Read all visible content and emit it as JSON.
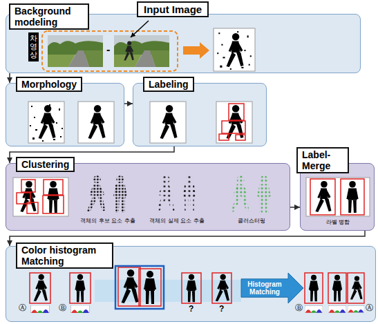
{
  "diagram": {
    "nodes": [
      {
        "text": [
          "Background modeling",
          "차영상",
          "-"
        ]
      },
      {
        "text": [
          "Input Image"
        ]
      },
      {
        "text": [
          "Morphology"
        ]
      },
      {
        "text": [
          "Labeling"
        ]
      },
      {
        "text": [
          "Clustering",
          "객체의 후보 요소 추출",
          "객체의 실제 요소 추출",
          "클러스터링"
        ]
      },
      {
        "text": [
          "Label-Merge",
          "라벨 병합"
        ]
      },
      {
        "text": [
          "Color histogram Matching",
          "Ⓐ",
          "Ⓑ",
          "?",
          "?",
          "Ⓑ",
          "Ⓐ"
        ]
      },
      {
        "text": [
          "Histogram Matching"
        ],
        "in": 6
      }
    ],
    "edges": [
      {
        "from": 0,
        "to": 2,
        "arrow": "to"
      },
      {
        "from": 2,
        "to": 3,
        "arrow": "to"
      },
      {
        "from": 3,
        "to": 4,
        "arrow": "to"
      },
      {
        "from": 4,
        "to": 5,
        "arrow": "to"
      },
      {
        "from": 5,
        "to": 6,
        "arrow": "to"
      }
    ]
  }
}
